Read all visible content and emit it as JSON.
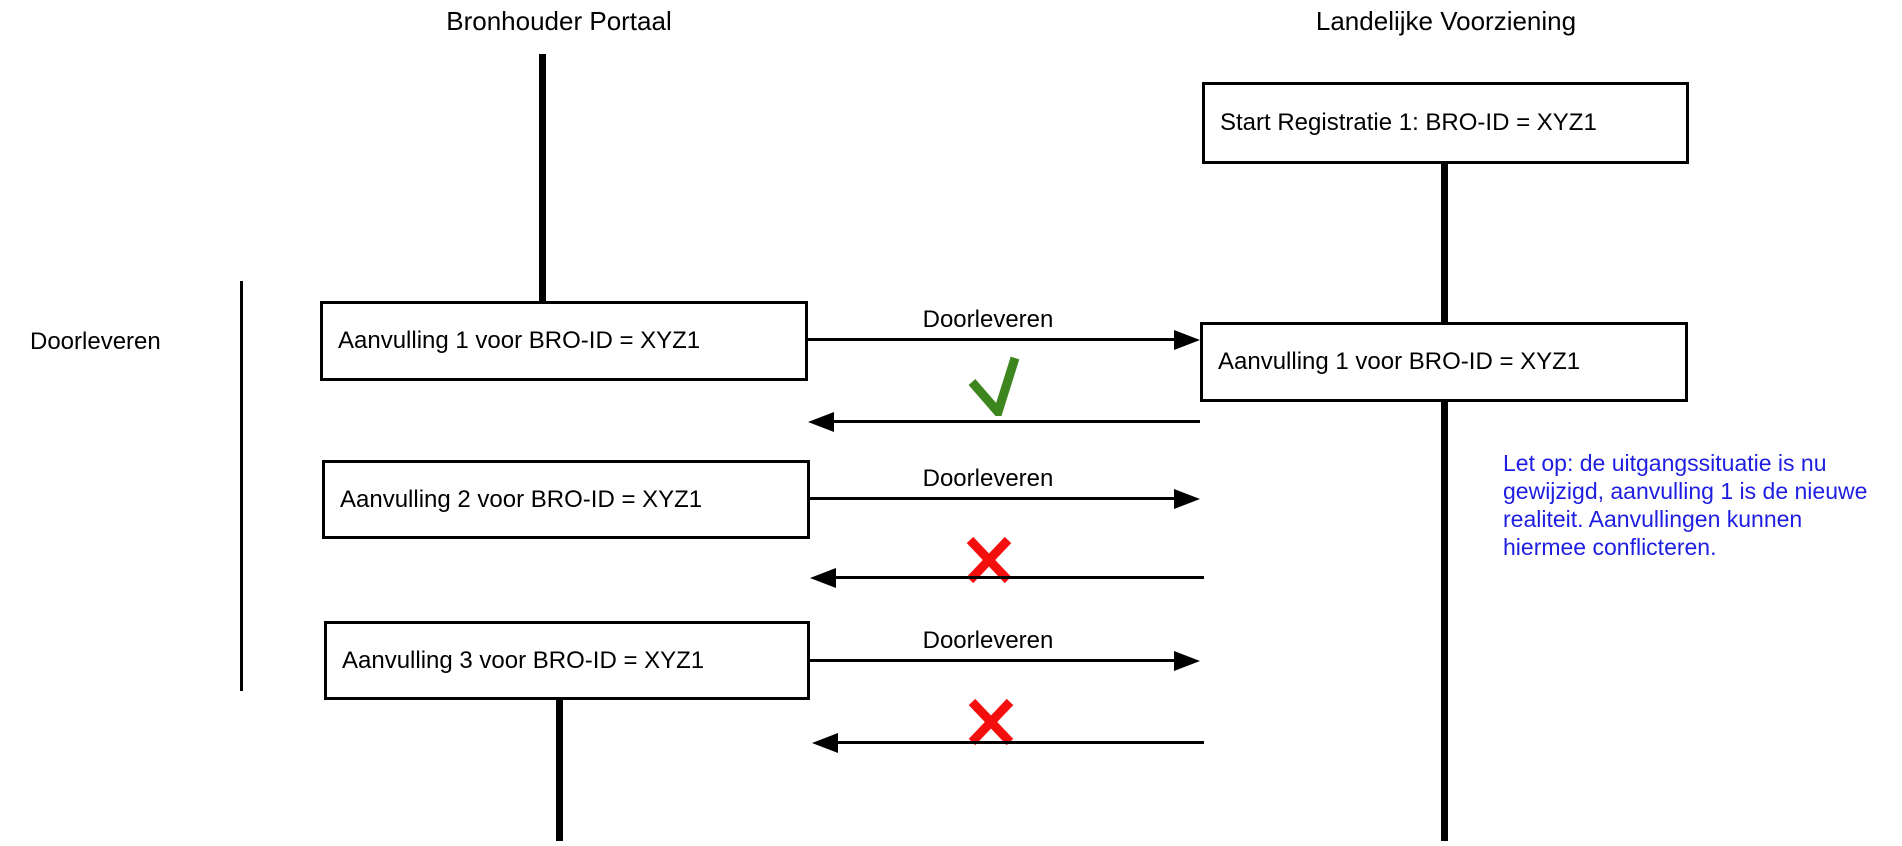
{
  "diagram": {
    "actors": [
      {
        "title": "Bronhouder Portaal"
      },
      {
        "title": "Landelijke Voorziening"
      }
    ],
    "group_label": "Doorleveren",
    "boxes": {
      "start_registratie": "Start Registratie 1: BRO-ID = XYZ1",
      "aanvulling_1_left": "Aanvulling 1 voor BRO-ID = XYZ1",
      "aanvulling_1_right": "Aanvulling 1 voor BRO-ID = XYZ1",
      "aanvulling_2": "Aanvulling 2 voor BRO-ID = XYZ1",
      "aanvulling_3": "Aanvulling 3 voor BRO-ID = XYZ1"
    },
    "messages": [
      {
        "label": "Doorleveren",
        "result": "accepted"
      },
      {
        "label": "Doorleveren",
        "result": "rejected"
      },
      {
        "label": "Doorleveren",
        "result": "rejected"
      }
    ],
    "note": {
      "lines": [
        "Let op: de uitgangssituatie is nu",
        "gewijzigd, aanvulling 1 is de nieuwe",
        "realiteit. Aanvullingen kunnen",
        "hiermee conflicteren."
      ]
    },
    "colors": {
      "note_blue": "#1e1ee0",
      "success_green": "#3d851f",
      "error_red": "#f40f0f",
      "line_black": "#000000"
    }
  }
}
